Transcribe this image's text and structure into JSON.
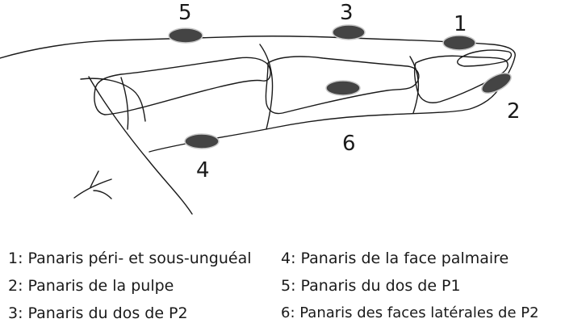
{
  "diagram": {
    "spot_color": "#444444",
    "line_color": "#1a1a1a",
    "markers": [
      {
        "id": "1",
        "label": "1"
      },
      {
        "id": "2",
        "label": "2"
      },
      {
        "id": "3",
        "label": "3"
      },
      {
        "id": "4",
        "label": "4"
      },
      {
        "id": "5",
        "label": "5"
      },
      {
        "id": "6",
        "label": "6"
      }
    ]
  },
  "legend": {
    "items": [
      {
        "text": "1: Panaris péri- et sous-unguéal"
      },
      {
        "text": "2: Panaris de la pulpe"
      },
      {
        "text": "3: Panaris du dos de P2"
      },
      {
        "text": "4: Panaris de la face palmaire"
      },
      {
        "text": "5: Panaris du dos de P1"
      },
      {
        "text": "6: Panaris des faces latérales de P2"
      }
    ]
  }
}
